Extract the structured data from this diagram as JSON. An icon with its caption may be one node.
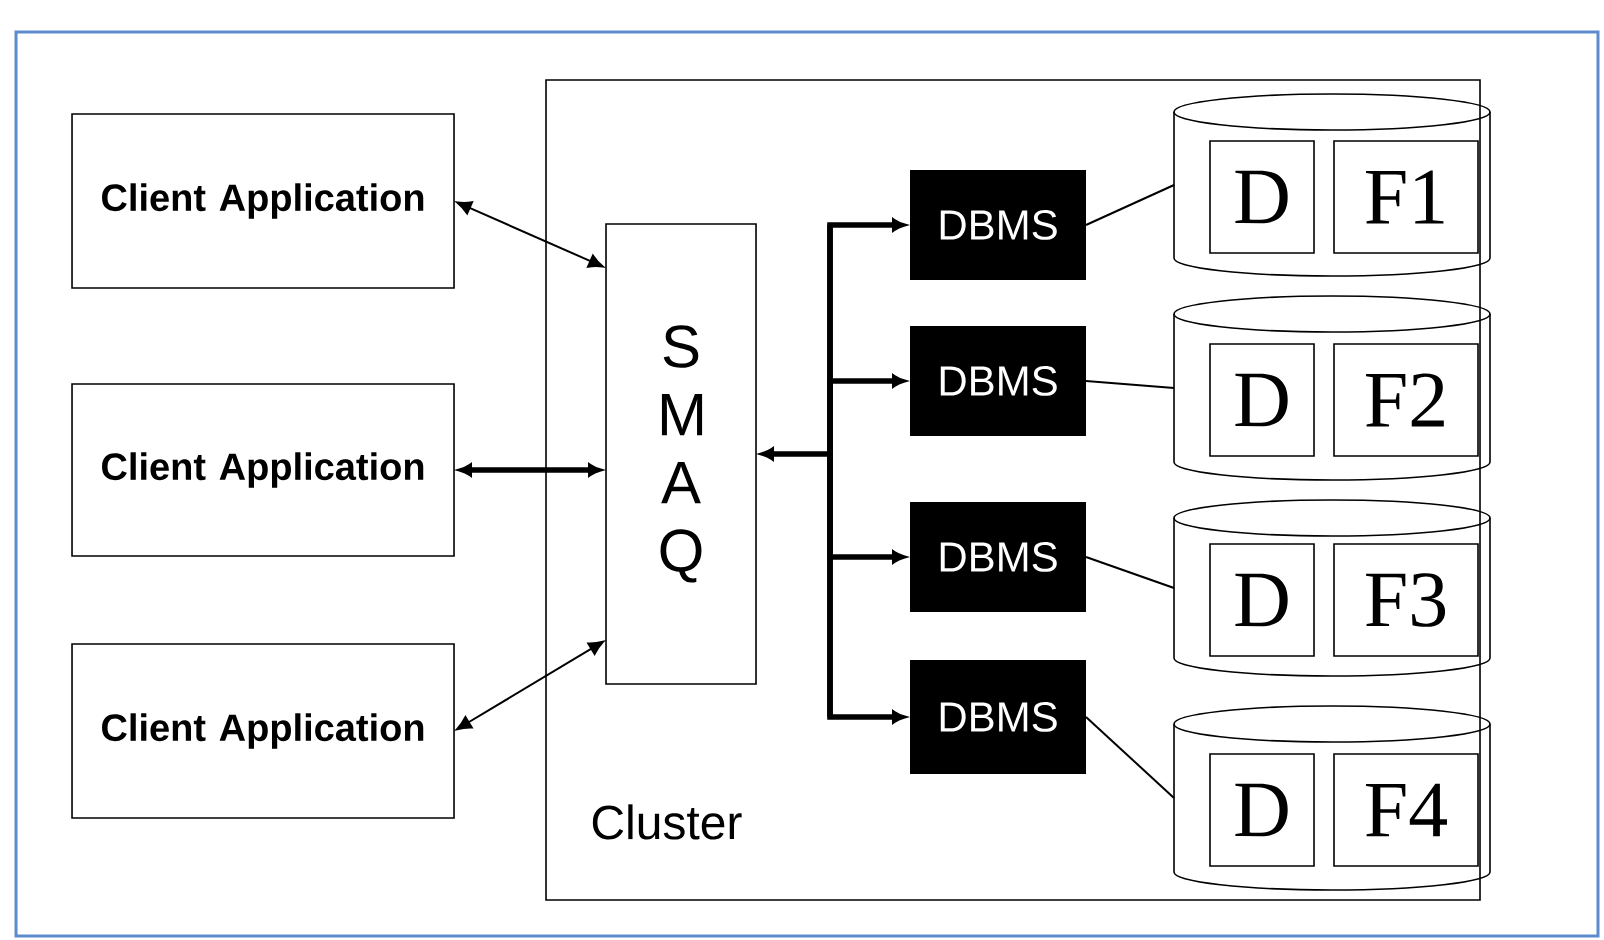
{
  "diagram": {
    "nodes": [
      {
        "text": [
          "Cluster"
        ]
      },
      {
        "text": [
          "Client Application"
        ]
      },
      {
        "text": [
          "Client Application"
        ]
      },
      {
        "text": [
          "Client Application"
        ]
      },
      {
        "text": [
          "S M A Q"
        ],
        "in": 0
      },
      {
        "text": [
          "DBMS"
        ],
        "in": 0
      },
      {
        "text": [
          "DBMS"
        ],
        "in": 0
      },
      {
        "text": [
          "DBMS"
        ],
        "in": 0
      },
      {
        "text": [
          "DBMS"
        ],
        "in": 0
      },
      {
        "text": [],
        "shape": "cylinder",
        "in": 0
      },
      {
        "text": [
          "D"
        ],
        "in": 9
      },
      {
        "text": [
          "F1"
        ],
        "in": 9
      },
      {
        "text": [],
        "shape": "cylinder",
        "in": 0
      },
      {
        "text": [
          "D"
        ],
        "in": 12
      },
      {
        "text": [
          "F2"
        ],
        "in": 12
      },
      {
        "text": [],
        "shape": "cylinder",
        "in": 0
      },
      {
        "text": [
          "D"
        ],
        "in": 15
      },
      {
        "text": [
          "F3"
        ],
        "in": 15
      },
      {
        "text": [],
        "shape": "cylinder",
        "in": 0
      },
      {
        "text": [
          "D"
        ],
        "in": 18
      },
      {
        "text": [
          "F4"
        ],
        "in": 18
      }
    ],
    "edges": [
      {
        "from": 1,
        "to": 4,
        "arrow": "both"
      },
      {
        "from": 2,
        "to": 4,
        "arrow": "both",
        "style": "thick"
      },
      {
        "from": 3,
        "to": 4,
        "arrow": "both"
      },
      {
        "from": 4,
        "to": 5,
        "arrow": "both",
        "style": "thick"
      },
      {
        "from": 4,
        "to": 6,
        "arrow": "both",
        "style": "thick"
      },
      {
        "from": 4,
        "to": 7,
        "arrow": "both",
        "style": "thick"
      },
      {
        "from": 4,
        "to": 8,
        "arrow": "both",
        "style": "thick"
      },
      {
        "from": 5,
        "to": 9,
        "arrow": "none"
      },
      {
        "from": 6,
        "to": 12,
        "arrow": "none"
      },
      {
        "from": 7,
        "to": 15,
        "arrow": "none"
      },
      {
        "from": 8,
        "to": 18,
        "arrow": "none"
      }
    ]
  }
}
